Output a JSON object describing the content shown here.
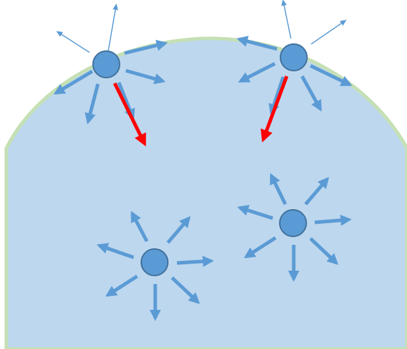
{
  "diagram": {
    "colors": {
      "background": "#ffffff",
      "droplet_fill": "#bdd7ee",
      "droplet_edge": "#c5e0b4",
      "molecule_fill": "#5b9bd5",
      "molecule_stroke": "#41719c",
      "force_arrow": "#5b9bd5",
      "net_force_arrow": "#ff0000"
    },
    "molecules": [
      {
        "id": "surface-left",
        "location": "surface",
        "net_force": "inward"
      },
      {
        "id": "surface-right",
        "location": "surface",
        "net_force": "inward"
      },
      {
        "id": "interior-right",
        "location": "interior",
        "net_force": "none"
      },
      {
        "id": "interior-left",
        "location": "interior",
        "net_force": "none"
      }
    ]
  }
}
